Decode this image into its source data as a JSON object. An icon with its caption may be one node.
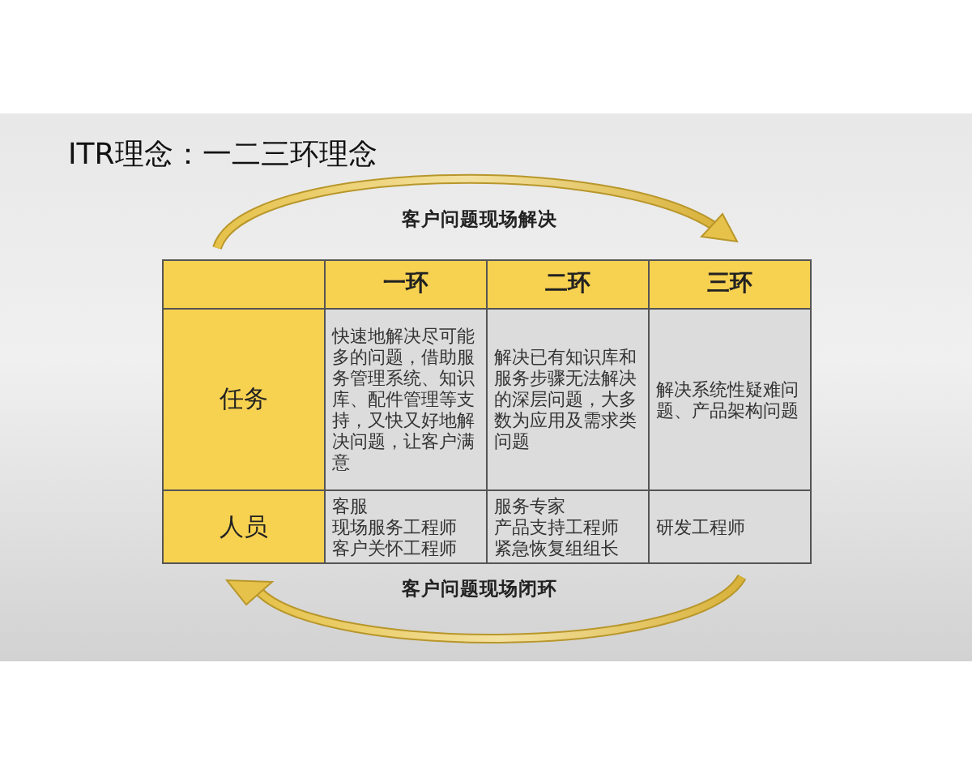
{
  "diagram": {
    "title": "ITR理念：一二三环理念",
    "labels": [
      "客户问题现场解决",
      "一环",
      "二环",
      "三环",
      "任务",
      "快速地解决尽可能多的问题，借助服务管理系统、知识库、配件管理等支持，又快又好地解决问题，让客户满意",
      "解决已有知识库和服务步骤无法解决的深层问题，大多数为应用及需求类问题",
      "解决系统性疑难问题、产品架构问题",
      "人员",
      "客服",
      "现场服务工程师",
      "客户关怀工程师",
      "服务专家",
      "产品支持工程师",
      "紧急恢复组组长",
      "研发工程师",
      "客户问题现场闭环"
    ]
  }
}
